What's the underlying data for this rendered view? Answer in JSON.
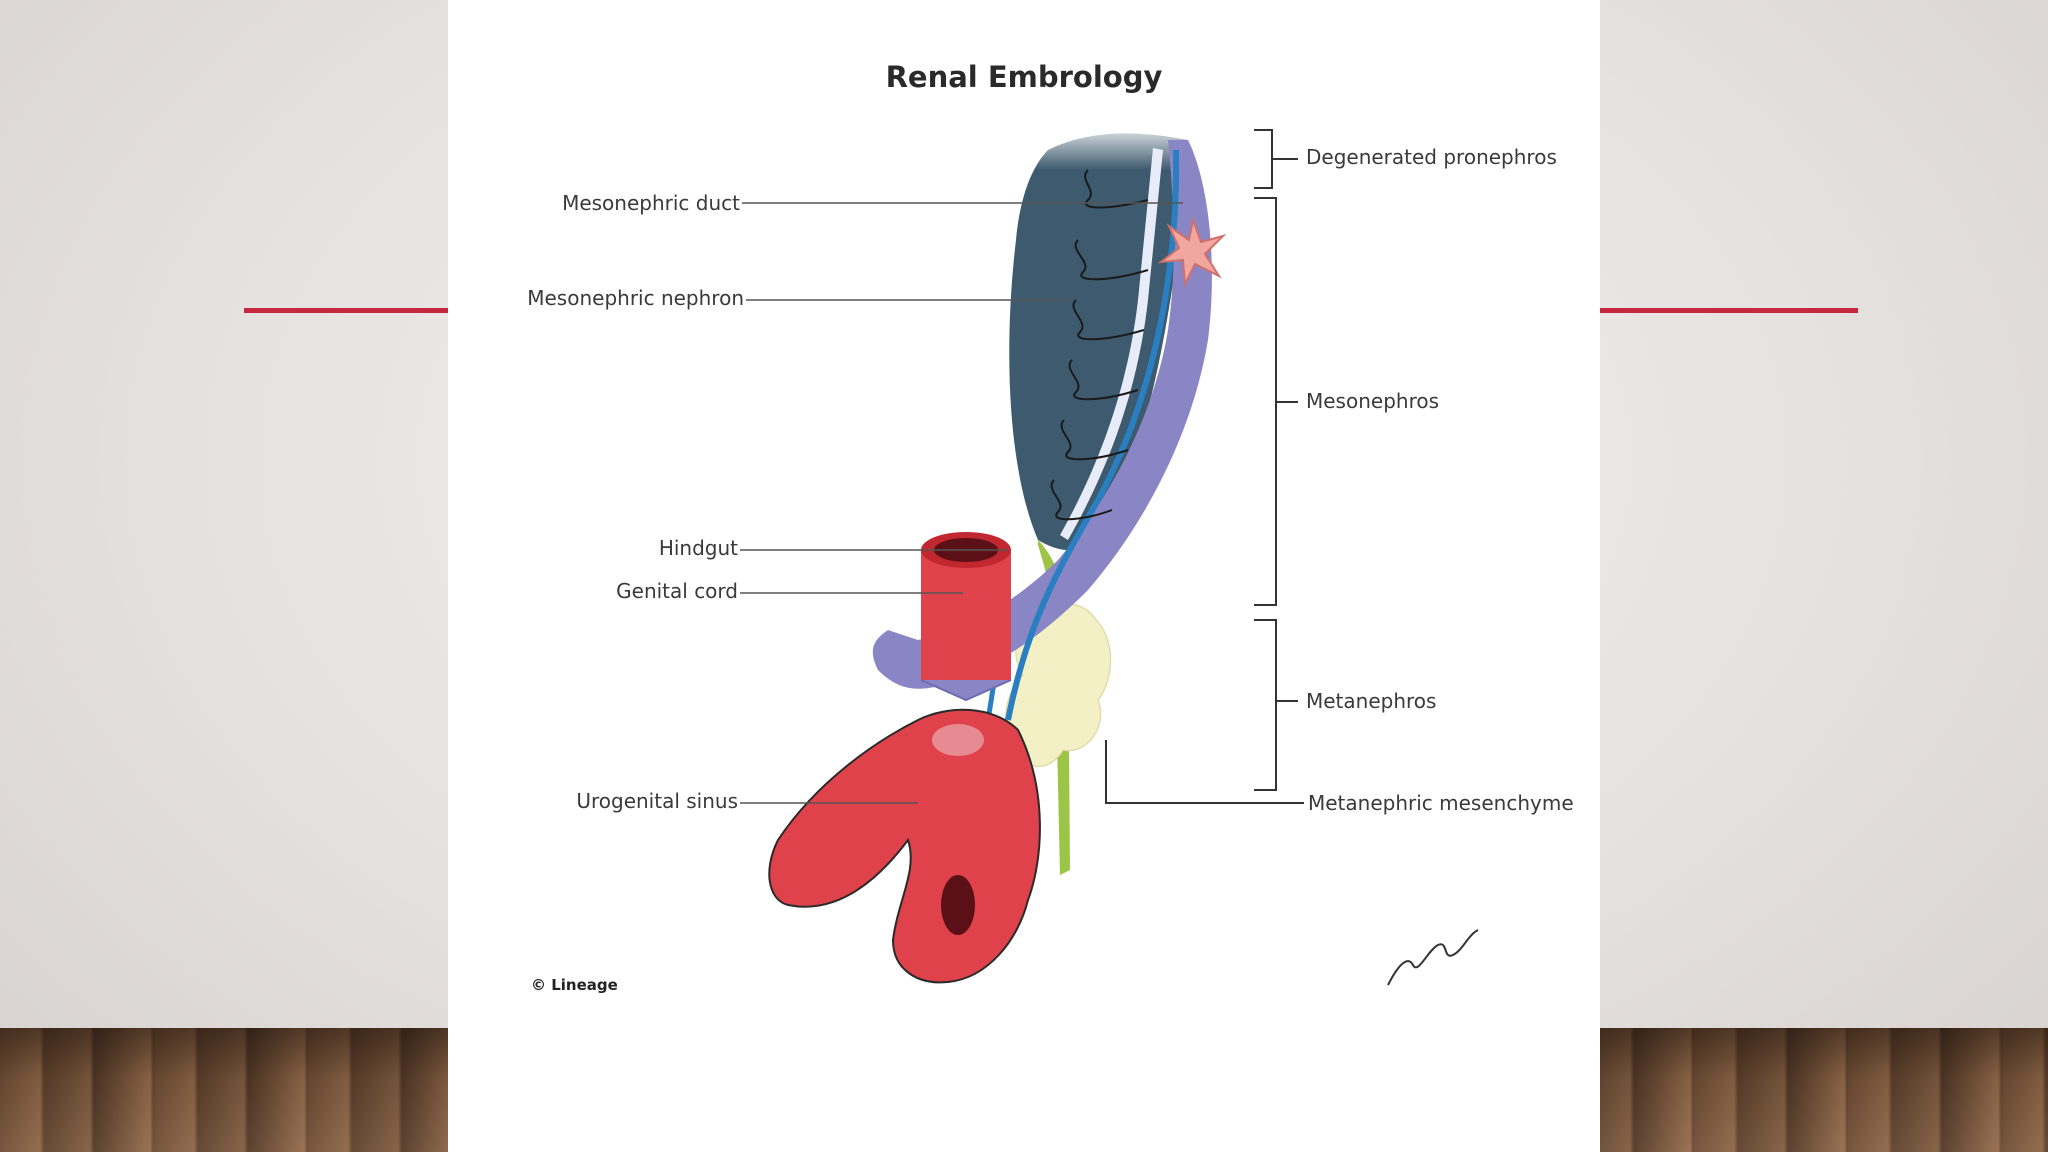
{
  "slide": {
    "accent_color": "#c8283f",
    "panel_color": "#ffffff"
  },
  "figure": {
    "title": "Renal Embrology",
    "copyright": "© Lineage",
    "labels_left": {
      "mesonephric_duct": "Mesonephric duct",
      "mesonephric_nephron": "Mesonephric nephron",
      "hindgut": "Hindgut",
      "genital_cord": "Genital cord",
      "urogenital_sinus": "Urogenital sinus"
    },
    "labels_right": {
      "degenerated_pronephros": "Degenerated pronephros",
      "mesonephros": "Mesonephros",
      "metanephros": "Metanephros",
      "metanephric_mesenchyme": "Metanephric mesenchyme"
    },
    "colors": {
      "mesonephros_body": "#3d5a6e",
      "duct_band": "#8a86c6",
      "duct_blue": "#2a7fc1",
      "hindgut_red": "#e0424b",
      "genital_cord_green": "#9cc447",
      "mesenchyme_cream": "#f4f0c6",
      "glomerulus_pink": "#f2a6a0"
    }
  }
}
